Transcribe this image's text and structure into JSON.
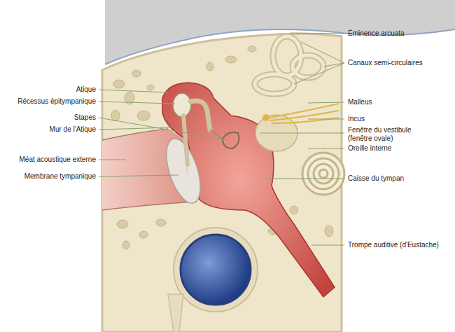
{
  "diagram": {
    "labels": [
      "Atique",
      "Récessus épitympanique",
      "Stapes",
      "Mur de l'Atique",
      "Méat acoustique externe",
      "Membrane tympanique",
      "Éminence arcuata",
      "Canaux semi-circulaires",
      "Malleus",
      "Incus",
      "Fenêtre du vestibule (fenêtre ovale)",
      "Oreille interne",
      "Caisse du tympan",
      "Trompe auditive (d'Eustache)"
    ]
  }
}
